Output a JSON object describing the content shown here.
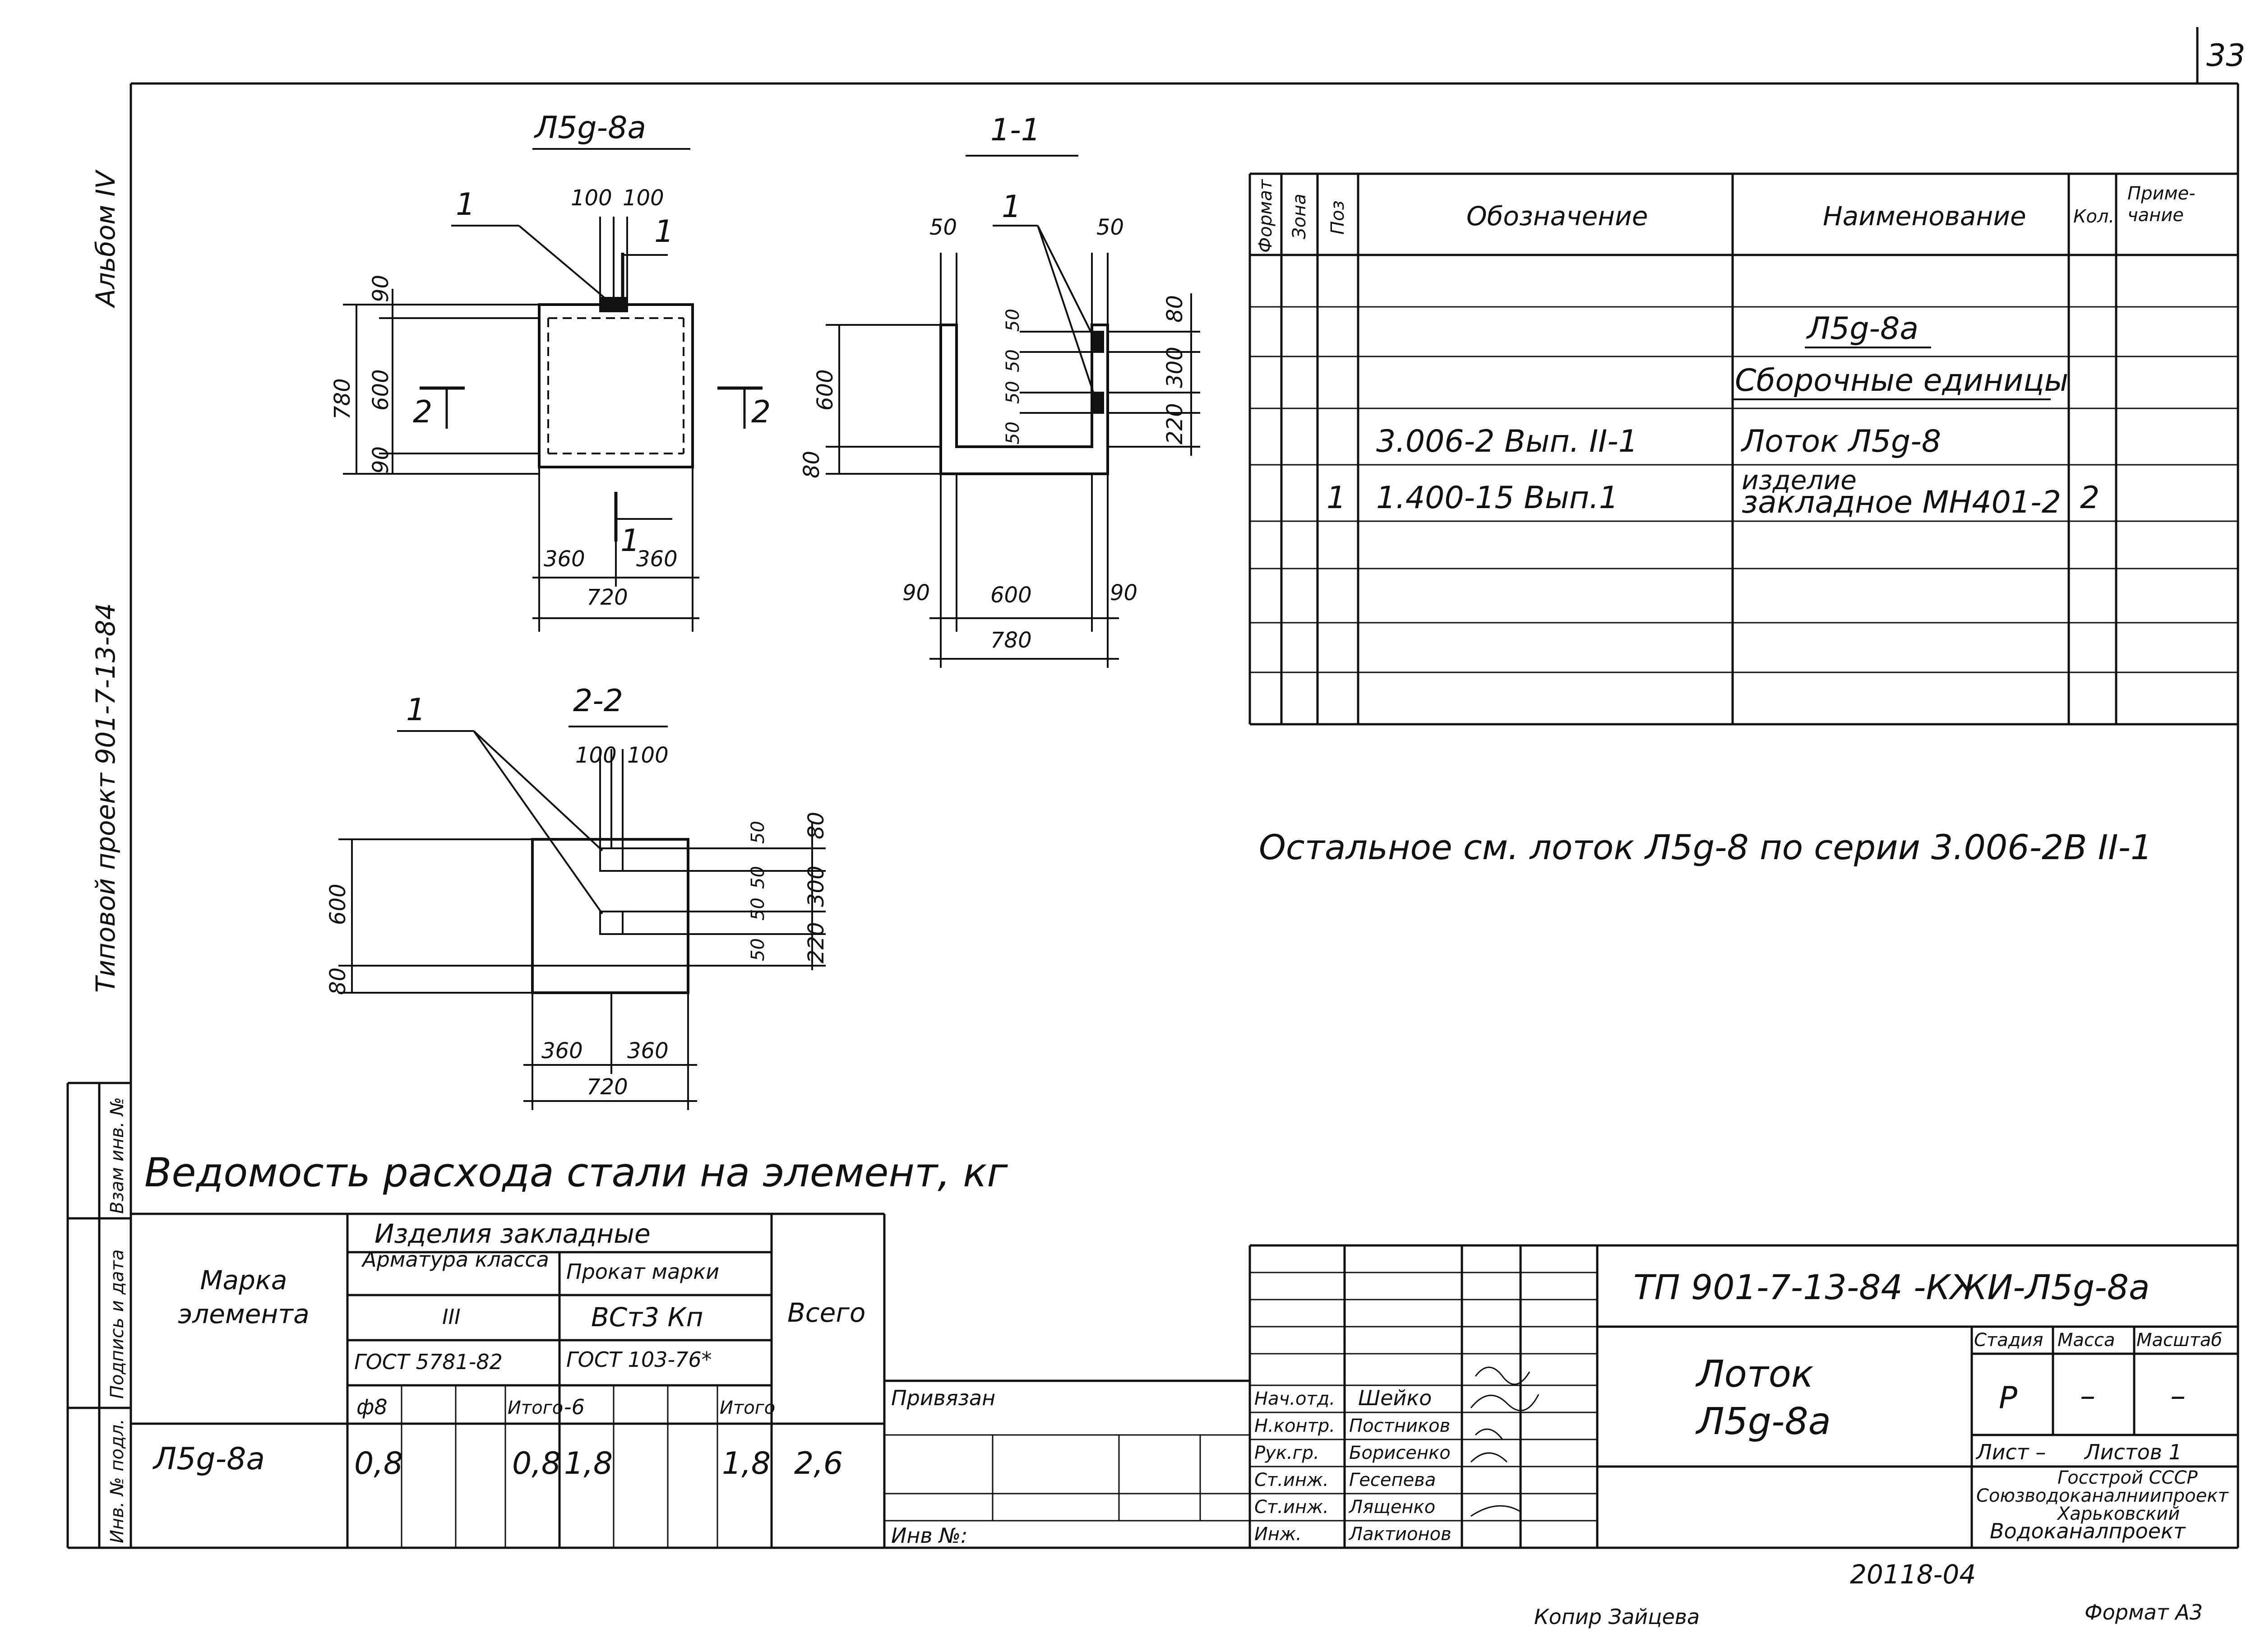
{
  "sheet_number": "33",
  "album": "Альбом IV",
  "project": "Типовой проект 901-7-13-84",
  "side_stamp": {
    "inv_podl": "Инв. № подл.",
    "podpis": "Подпись и дата",
    "vzam": "Взам инв. №"
  },
  "views": {
    "plan": {
      "title": "Л5g-8а",
      "pos_label": "1",
      "section_a": "1",
      "section_b": "2",
      "section_b2": "2",
      "section_a2": "1",
      "dims": {
        "top1": "100",
        "top2": "100",
        "total_h": "780",
        "h_mid": "600",
        "h_top": "90",
        "h_bot": "90",
        "w_left": "360",
        "w_right": "360",
        "w_total": "720"
      }
    },
    "section11": {
      "title": "1-1",
      "pos_label": "1",
      "dims": {
        "left_top": "50",
        "right_top": "50",
        "h600": "600",
        "h80": "80",
        "r50a": "50",
        "r50b": "50",
        "r50c": "50",
        "r50d": "50",
        "r80": "80",
        "r300": "300",
        "r220": "220",
        "b90a": "90",
        "b600": "600",
        "b90b": "90",
        "b780": "780"
      }
    },
    "section22": {
      "title": "2-2",
      "pos_label": "1",
      "dims": {
        "top1": "100",
        "top2": "100",
        "h600": "600",
        "h80": "80",
        "r50a": "50",
        "r50b": "50",
        "r50c": "50",
        "r50d": "50",
        "r80": "80",
        "r300": "300",
        "r220": "220",
        "w_left": "360",
        "w_right": "360",
        "w_total": "720"
      }
    }
  },
  "spec_table": {
    "headers": {
      "format": "Формат",
      "zone": "Зона",
      "pos": "Поз",
      "designation": "Обозначение",
      "name": "Наименование",
      "qty": "Кол.",
      "note": "Приме-\nчание"
    },
    "rows": [
      {
        "pos": "",
        "designation": "",
        "name": "Л5g-8а",
        "qty": "",
        "underline": true
      },
      {
        "pos": "",
        "designation": "",
        "name": "Сборочные единицы",
        "qty": "",
        "underline": true
      },
      {
        "pos": "",
        "designation": "3.006-2  Вып. II-1",
        "name": "Лоток Л5g-8",
        "qty": ""
      },
      {
        "pos": "1",
        "designation": "1.400-15 Вып.1",
        "name_line1": "изделие",
        "name_line2": "закладное  МН401-2",
        "qty": "2"
      }
    ]
  },
  "note": "Остальное  см. лоток  Л5g-8   по серии 3.006-2В II-1",
  "steel": {
    "title": "Ведомость расхода стали на элемент, кг",
    "h_mark": "Марка элемента",
    "h_embedded": "Изделия закладные",
    "h_rebar": "Арматура класса",
    "h_rebar_class": "III",
    "h_rebar_gost": "ГОСТ 5781-82",
    "h_rolled": "Прокат марки",
    "h_rolled_grade": "ВСт3 Кп",
    "h_rolled_gost": "ГОСТ 103-76*",
    "h_total": "Всего",
    "sub": {
      "d8": "ф8",
      "itog1": "Итого",
      "m6": "-6",
      "itog2": "Итого"
    },
    "row": {
      "mark": "Л5g-8а",
      "d8": "0,8",
      "itog1": "0,8",
      "m6": "1,8",
      "itog2": "1,8",
      "total": "2,6"
    }
  },
  "title_block": {
    "code": "ТП 901-7-13-84 -КЖИ-Л5g-8а",
    "name_line1": "Лоток",
    "name_line2": "Л5g-8а",
    "stage_h": "Стадия",
    "mass_h": "Масса",
    "scale_h": "Масштаб",
    "stage": "Р",
    "mass": "–",
    "scale": "–",
    "sheet": "Лист –",
    "sheets": "Листов 1",
    "org1": "Госстрой СССР",
    "org2": "Союзводоканалниипроект",
    "org3": "Харьковский",
    "org4": "Водоканалпроект",
    "privyazan": "Привязан",
    "inv": "Инв №:",
    "people": [
      {
        "role": "Нач.отд.",
        "name": "Шейко"
      },
      {
        "role": "Н.контр.",
        "name": "Постников"
      },
      {
        "role": "Рук.гр.",
        "name": "Борисенко"
      },
      {
        "role": "Ст.инж.",
        "name": "Гесепева"
      },
      {
        "role": "Ст.инж.",
        "name": "Лященко"
      },
      {
        "role": "Инж.",
        "name": "Лактионов"
      }
    ]
  },
  "footer": {
    "copied": "Копир Зайцева",
    "number": "20118-04",
    "format": "Формат А3"
  }
}
